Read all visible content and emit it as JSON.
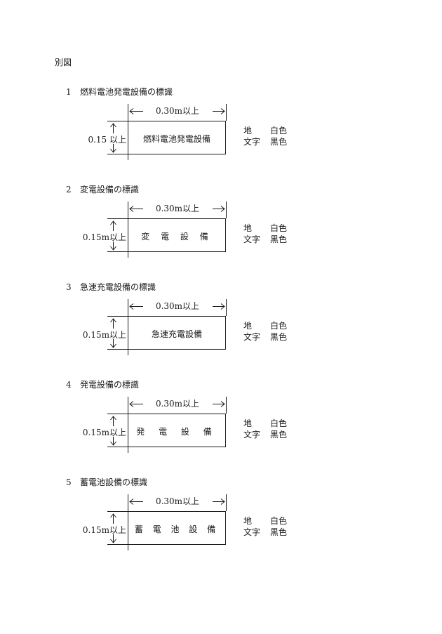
{
  "page_label": "別図",
  "width_dimension": "0.30m以上",
  "color_rows": [
    {
      "label": "地",
      "value": "白色"
    },
    {
      "label": "文字",
      "value": "黒色"
    }
  ],
  "sections": [
    {
      "number": "1",
      "title": "燃料電池発電設備の標識",
      "sign_text": "燃料電池発電設備",
      "height_dimension": "0.15 以上"
    },
    {
      "number": "2",
      "title": "変電設備の標識",
      "sign_text": "変 電 設 備",
      "height_dimension": "0.15m以上"
    },
    {
      "number": "3",
      "title": "急速充電設備の標識",
      "sign_text": "急速充電設備",
      "height_dimension": "0.15m以上"
    },
    {
      "number": "4",
      "title": "発電設備の標識",
      "sign_text": "発 電 設 備",
      "height_dimension": "0.15m以上"
    },
    {
      "number": "5",
      "title": "蓄電池設備の標識",
      "sign_text": "蓄 電 池 設 備",
      "height_dimension": "0.15m以上"
    }
  ]
}
